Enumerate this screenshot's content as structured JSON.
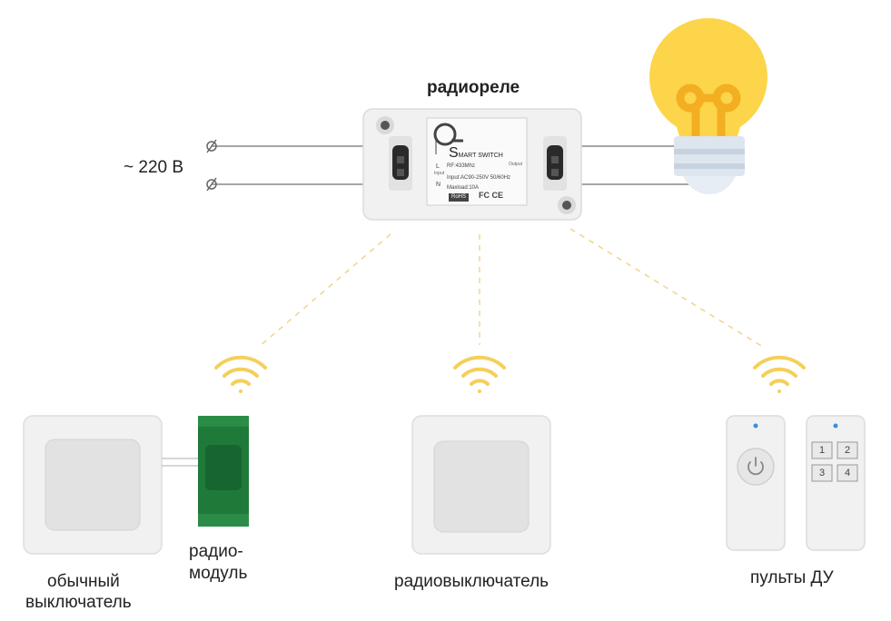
{
  "labels": {
    "relay": "радиореле",
    "voltage": "~ 220 В",
    "ordinary_switch_line1": "обычный",
    "ordinary_switch_line2": "выключатель",
    "radio_module_line1": "радио-",
    "radio_module_line2": "модуль",
    "radio_switch": "радиовыключатель",
    "remotes": "пульты ДУ"
  },
  "relay_device": {
    "brand_prefix": "S",
    "brand_text": "MART SWITCH",
    "rf": "RF:433Mhz",
    "input": "Input:AC90-250V 50/60Hz",
    "maxload": "Maxload:10A",
    "rohs": "RoHS",
    "ce": "FC CE",
    "terminal_l": "L",
    "terminal_n": "N",
    "input_side": "Input",
    "output_side": "Output"
  },
  "remote_buttons": [
    "1",
    "2",
    "3",
    "4"
  ],
  "colors": {
    "wifi": "#f5cf5a",
    "bulb": "#fcd54a",
    "bulb_filament": "#f4ae22",
    "module": "#1f7a3a",
    "device": "#f1f1f1",
    "dash": "#f0d58a",
    "led": "#3a8fd8"
  }
}
